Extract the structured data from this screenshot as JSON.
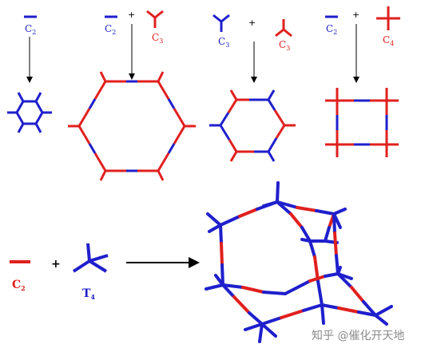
{
  "labels": {
    "c2": "C",
    "c2_sub": "2",
    "c3": "C",
    "c3_sub": "3",
    "c4": "C",
    "c4_sub": "4",
    "t4": "T",
    "t4_sub": "4",
    "plus": "+"
  },
  "colors": {
    "blue": "#1f1fcc",
    "red": "#e0201e",
    "arrow": "#000000"
  },
  "watermark": {
    "text": "知乎 @催化开天地",
    "icon": "at-sign-icon"
  }
}
